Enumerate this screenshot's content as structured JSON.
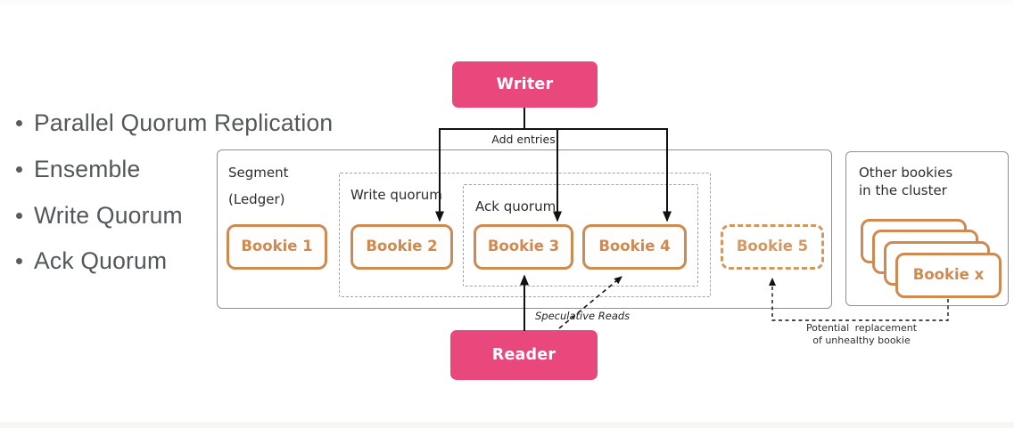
{
  "colors": {
    "accent_pink": "#e8487c",
    "accent_orange": "#ce8a50",
    "accent_orange_dashed": "#d4975f",
    "container_border_gray": "#8f9092",
    "quorum_dash_gray": "#a3a3a3",
    "arrow_black": "#111111",
    "bullet_text_gray": "#53575a"
  },
  "bullet_list": {
    "items": [
      "Parallel Quorum Replication",
      "Ensemble",
      "Write Quorum",
      "Ack Quorum"
    ]
  },
  "diagram": {
    "writer": {
      "label": "Writer"
    },
    "reader": {
      "label": "Reader"
    },
    "add_entries_label": "Add entries",
    "segment_box": {
      "title": "Segment",
      "subtitle": "(Ledger)"
    },
    "write_quorum": {
      "label": "Write quorum"
    },
    "ack_quorum": {
      "label": "Ack quorum"
    },
    "bookies": {
      "b1": "Bookie 1",
      "b2": "Bookie 2",
      "b3": "Bookie 3",
      "b4": "Bookie 4",
      "b5": "Bookie 5",
      "bx": "Bookie x"
    },
    "other_bookies_box": {
      "title_line1": "Other bookies",
      "title_line2": "in the cluster"
    },
    "speculative_reads_label": "Speculative Reads",
    "replacement_note": {
      "line1": "Potential replacement",
      "line2": "of unhealthy bookie"
    }
  }
}
